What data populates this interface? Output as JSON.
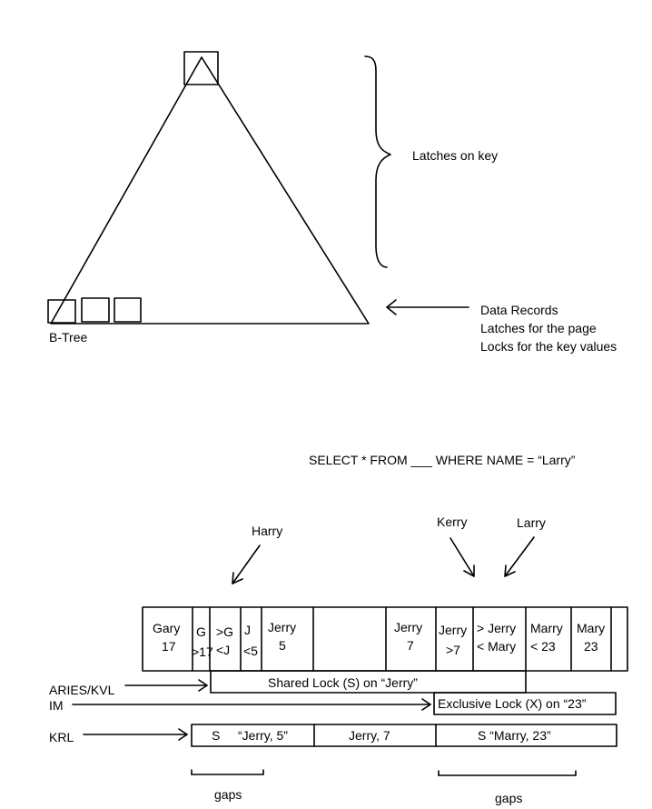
{
  "btree": {
    "label": "B-Tree",
    "brace_label": "Latches on key",
    "arrow_labels": [
      "Data Records",
      "Latches for the page",
      "Locks for the key values"
    ]
  },
  "query": "SELECT * FROM ___ WHERE NAME = “Larry”",
  "pointers": {
    "harry": "Harry",
    "kerry": "Kerry",
    "larry": "Larry"
  },
  "cells": {
    "gary_name": "Gary",
    "gary_value": "17",
    "gap1_top": "G",
    "gap1_bottom": ">17",
    "gap2_top": ">G",
    "gap2_bottom": "<J",
    "gap3_top": "J",
    "gap3_bottom": "<5",
    "jerry5_name": "Jerry",
    "jerry5_value": "5",
    "jerry7_name": "Jerry",
    "jerry7_value": "7",
    "gap4_top": "Jerry",
    "gap4_bottom": ">7",
    "gap5_top": "> Jerry",
    "gap5_bottom": "< Mary",
    "marry_top": "Marry",
    "marry_bottom": "< 23",
    "mary_name": "Mary",
    "mary_value": "23"
  },
  "methods": {
    "aries": {
      "label": "ARIES/KVL",
      "lock_text": "Shared Lock (S) on “Jerry”"
    },
    "im": {
      "label": "IM",
      "lock_text": "Exclusive Lock (X) on “23”"
    },
    "krl": {
      "label": "KRL",
      "lock1_mode": "S",
      "lock1_key": "“Jerry, 5”",
      "lock2": "Jerry, 7",
      "lock3": "S “Marry, 23”"
    }
  },
  "gaps_labels": [
    "gaps",
    "gaps"
  ]
}
